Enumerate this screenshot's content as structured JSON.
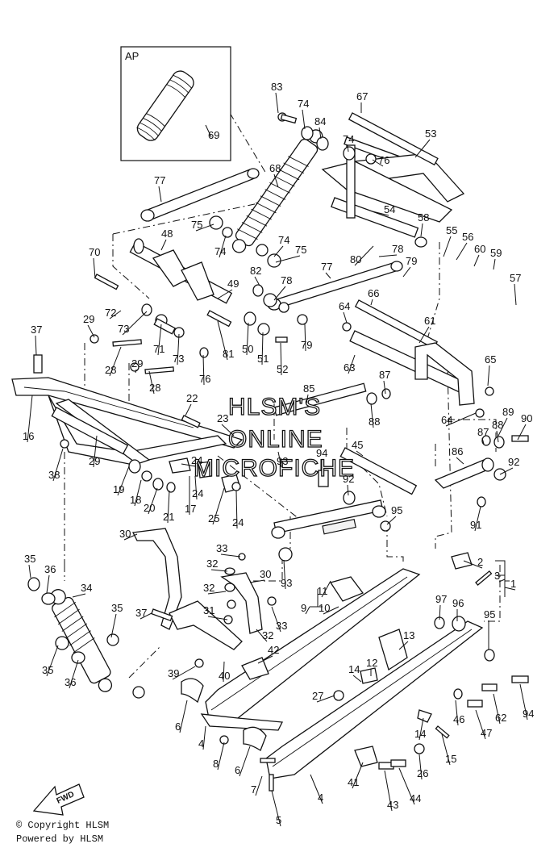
{
  "inset": {
    "label": "AP",
    "part": "69"
  },
  "watermark": {
    "line1": "HLSM'S",
    "line2": "ONLINE",
    "line3": "MICROFICHE"
  },
  "fwd_label": "FWD",
  "callouts": [
    "83",
    "74",
    "84",
    "67",
    "74",
    "76",
    "53",
    "68",
    "77",
    "75",
    "74",
    "54",
    "58",
    "55",
    "56",
    "60",
    "59",
    "70",
    "48",
    "74",
    "75",
    "80",
    "78",
    "79",
    "57",
    "82",
    "78",
    "77",
    "49",
    "72",
    "73",
    "66",
    "64",
    "61",
    "29",
    "37",
    "71",
    "73",
    "81",
    "50",
    "51",
    "79",
    "63",
    "65",
    "28",
    "76",
    "52",
    "87",
    "29",
    "28",
    "85",
    "22",
    "88",
    "89",
    "90",
    "16",
    "23",
    "64",
    "87",
    "88",
    "93",
    "94",
    "45",
    "86",
    "38",
    "29",
    "24",
    "92",
    "92",
    "19",
    "18",
    "20",
    "21",
    "17",
    "24",
    "25",
    "24",
    "95",
    "91",
    "30",
    "33",
    "35",
    "36",
    "32",
    "30",
    "93",
    "11",
    "2",
    "3",
    "34",
    "10",
    "9",
    "1",
    "35",
    "32",
    "31",
    "97",
    "96",
    "37",
    "33",
    "32",
    "42",
    "95",
    "35",
    "36",
    "39",
    "40",
    "13",
    "12",
    "14",
    "6",
    "27",
    "46",
    "62",
    "94",
    "14",
    "47",
    "4",
    "8",
    "6",
    "15",
    "26",
    "7",
    "41",
    "43",
    "44",
    "4",
    "5"
  ],
  "footer": {
    "copyright": "© Copyright HLSM",
    "powered": "Powered by HLSM"
  }
}
